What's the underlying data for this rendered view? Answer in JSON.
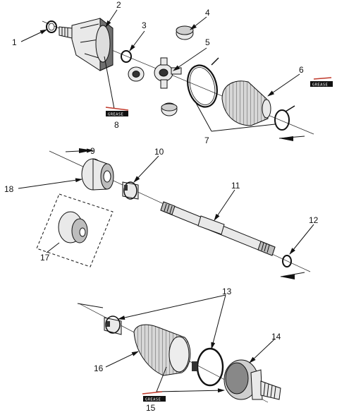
{
  "callouts": {
    "c1": "1",
    "c2": "2",
    "c3": "3",
    "c4": "4",
    "c5": "5",
    "c6": "6",
    "c7": "7",
    "c8": "8",
    "c9": "9",
    "c10": "10",
    "c11": "11",
    "c12": "12",
    "c13": "13",
    "c14": "14",
    "c15": "15",
    "c16": "16",
    "c17": "17",
    "c18": "18"
  },
  "grease_tag_label": "GREASE",
  "colors": {
    "ink": "#111111",
    "metal": "#e9e9e9",
    "shadow": "#6f6f6f",
    "boot": "#bdbdbd"
  }
}
